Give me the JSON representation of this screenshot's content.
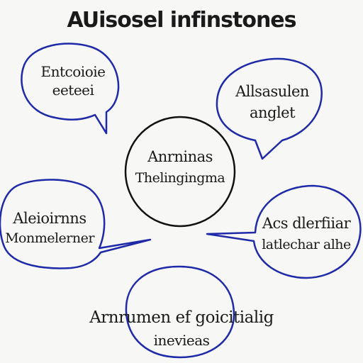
{
  "title": "AUisosel infinstones",
  "colors": {
    "outline": "#1f2aa8",
    "center_outline": "#111111",
    "text": "#1a1a1a",
    "background": "#f7f7f6"
  },
  "nodes": {
    "top_left": {
      "line1": "Entcoioie",
      "line2": "eeteei"
    },
    "top_right": {
      "line1": "Allsasulen",
      "line2": "anglet"
    },
    "center": {
      "line1": "Anrninas",
      "line2": "Thelingingma"
    },
    "middle_left": {
      "line1": "Aleioirnns",
      "line2": "Monmelerner"
    },
    "middle_right": {
      "line1": "Acs dlerfiiar",
      "line2": "latlechar alhe"
    },
    "bottom": {
      "line1": "Arnrumen ef goicitialig",
      "line2": "inevieas"
    }
  }
}
